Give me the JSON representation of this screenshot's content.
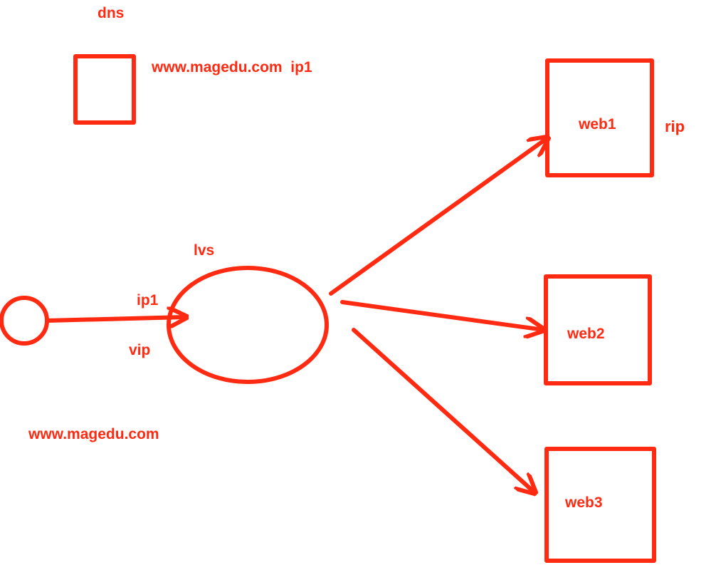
{
  "colors": {
    "ink": "#ff2a12",
    "background": "#ffffff"
  },
  "labels": {
    "dns": "dns",
    "dns_record": "www.magedu.com  ip1",
    "lvs": "lvs",
    "ip1": "ip1",
    "vip": "vip",
    "client_domain": "www.magedu.com",
    "rip": "rip"
  },
  "servers": [
    {
      "label": "web1"
    },
    {
      "label": "web2"
    },
    {
      "label": "web3"
    }
  ]
}
